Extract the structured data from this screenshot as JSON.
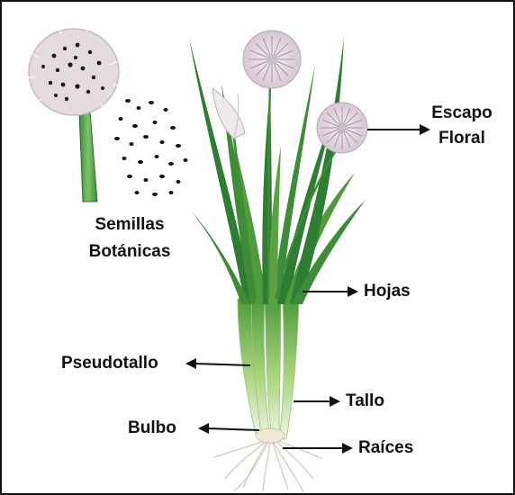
{
  "labels": {
    "seeds_line1": "Semillas",
    "seeds_line2": "Botánicas",
    "scape_line1": "Escapo",
    "scape_line2": "Floral",
    "leaves": "Hojas",
    "pseudostem": "Pseudotallo",
    "stem": "Tallo",
    "bulb": "Bulbo",
    "roots": "Raíces"
  },
  "colors": {
    "leaf_dark": "#2f7d32",
    "leaf_mid": "#4f9a3c",
    "leaf_light": "#8fc46a",
    "stem_pale": "#e6f2d3",
    "flower": "#e9dde6",
    "flower_edge": "#b8a8b6",
    "seed": "#111111",
    "arrow": "#111111",
    "root": "#d9d3c4"
  }
}
